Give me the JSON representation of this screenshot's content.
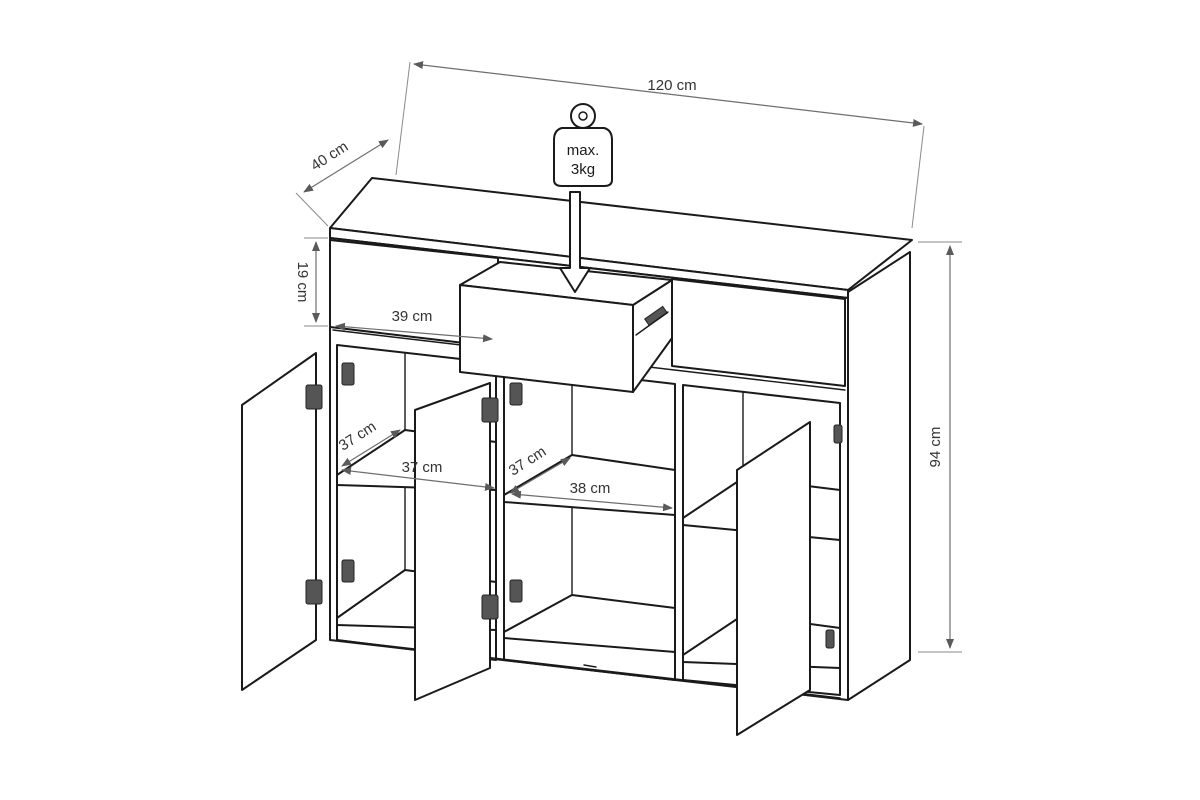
{
  "dimensions": {
    "width": "120 cm",
    "depth": "40 cm",
    "height": "94 cm",
    "drawer_height": "19 cm",
    "drawer_width": "39 cm",
    "shelf_depth_left": "37 cm",
    "shelf_width_left": "37 cm",
    "shelf_depth_middle": "37 cm",
    "shelf_width_middle": "38 cm"
  },
  "load": {
    "line1": "max.",
    "line2": "3kg"
  },
  "colors": {
    "line": "#1a1a1a",
    "dimension": "#6e6e6e"
  },
  "icons": [
    "weight-icon",
    "hinge-icon",
    "drawer-slide-icon"
  ]
}
